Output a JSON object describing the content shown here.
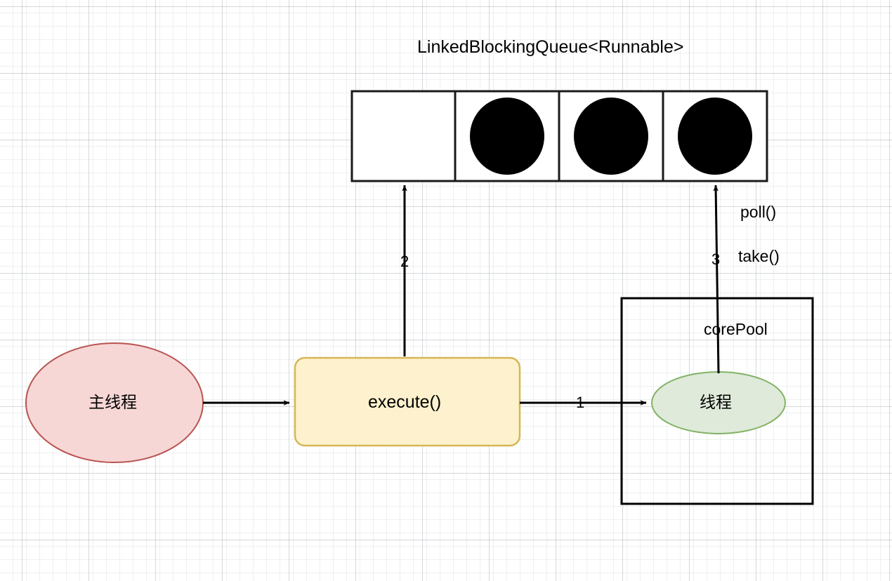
{
  "diagram": {
    "title": "LinkedBlockingQueue<Runnable>",
    "queue": {
      "label": "LinkedBlockingQueue<Runnable>",
      "cells": [
        {
          "name": "queue-slot-empty",
          "filled": false
        },
        {
          "name": "queue-slot-task-1",
          "filled": true
        },
        {
          "name": "queue-slot-task-2",
          "filled": true
        },
        {
          "name": "queue-slot-task-3",
          "filled": true
        }
      ],
      "cell_count": 4,
      "filled_count": 3
    },
    "nodes": {
      "main_thread": {
        "label": "主线程",
        "shape": "ellipse",
        "fill": "#f7d6d6",
        "stroke": "#b85450"
      },
      "execute": {
        "label": "execute()",
        "shape": "rounded-rect",
        "fill": "#fdf2cd",
        "stroke": "#d6b656"
      },
      "core_pool": {
        "label": "corePool",
        "shape": "rect",
        "fill": "#ffffff",
        "stroke": "#000000"
      },
      "worker_thread": {
        "label": "线程",
        "shape": "ellipse",
        "fill": "#dfeada",
        "stroke": "#82b366"
      }
    },
    "edges": [
      {
        "name": "main-to-execute",
        "label": "",
        "from": "main_thread",
        "to": "execute"
      },
      {
        "name": "execute-to-queue",
        "label": "2",
        "from": "execute",
        "to": "queue"
      },
      {
        "name": "execute-to-core-pool",
        "label": "1",
        "from": "execute",
        "to": "worker_thread"
      },
      {
        "name": "worker-to-queue",
        "label": "3",
        "from": "worker_thread",
        "to": "queue"
      }
    ],
    "annotations": {
      "poll": "poll()",
      "take": "take()",
      "step_1": "1",
      "step_2": "2",
      "step_3": "3"
    }
  }
}
